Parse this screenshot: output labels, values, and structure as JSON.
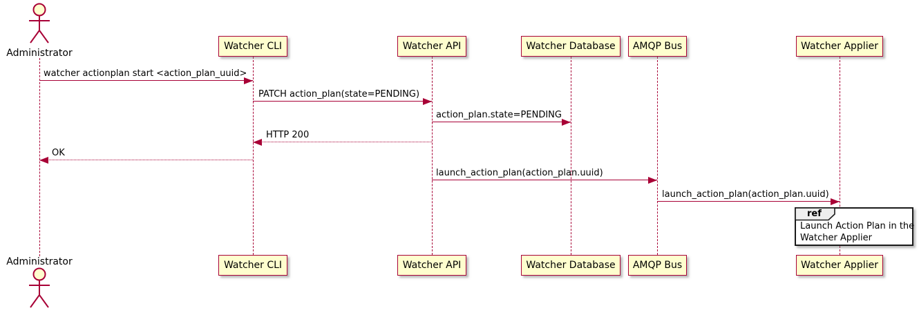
{
  "colors": {
    "participant_fill": "#FEFECE",
    "stroke": "#A80036",
    "ref_border": "#1a1a1a",
    "ref_header_fill": "#EEEEEE",
    "text": "#000000",
    "background": "#FFFFFF"
  },
  "actor": {
    "name": "Administrator"
  },
  "participants": [
    {
      "name": "Watcher CLI"
    },
    {
      "name": "Watcher API"
    },
    {
      "name": "Watcher Database"
    },
    {
      "name": "AMQP Bus"
    },
    {
      "name": "Watcher Applier"
    }
  ],
  "messages": [
    {
      "from": "Administrator",
      "to": "Watcher CLI",
      "label": "watcher actionplan start <action_plan_uuid>",
      "line": "solid"
    },
    {
      "from": "Watcher CLI",
      "to": "Watcher API",
      "label": "PATCH action_plan(state=PENDING)",
      "line": "solid"
    },
    {
      "from": "Watcher API",
      "to": "Watcher Database",
      "label": "action_plan.state=PENDING",
      "line": "solid"
    },
    {
      "from": "Watcher API",
      "to": "Watcher CLI",
      "label": "HTTP 200",
      "line": "dotted"
    },
    {
      "from": "Watcher CLI",
      "to": "Administrator",
      "label": "OK",
      "line": "dotted"
    },
    {
      "from": "Watcher API",
      "to": "AMQP Bus",
      "label": "launch_action_plan(action_plan.uuid)",
      "line": "solid"
    },
    {
      "from": "AMQP Bus",
      "to": "Watcher Applier",
      "label": "launch_action_plan(action_plan.uuid)",
      "line": "solid"
    }
  ],
  "ref": {
    "keyword": "ref",
    "over": "Watcher Applier",
    "lines": [
      "Launch Action Plan in the",
      "Watcher Applier"
    ]
  }
}
